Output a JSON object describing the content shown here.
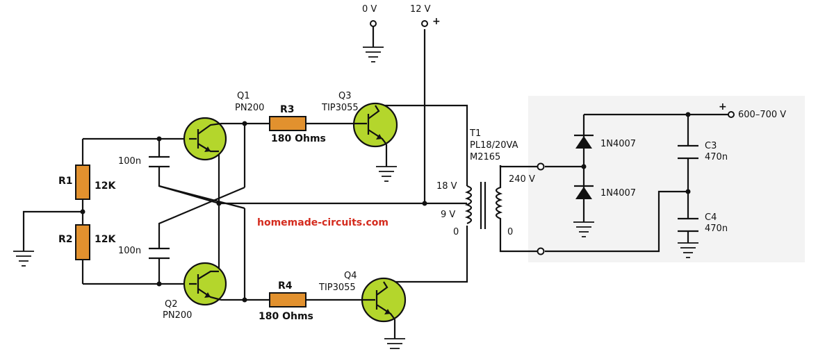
{
  "labels": {
    "zero_v": "0  V",
    "twelve_v": "12  V",
    "plus_top": "+",
    "q1": "Q1",
    "q1_part": "PN200",
    "q2": "Q2",
    "q2_part": "PN200",
    "q3": "Q3",
    "q3_part": "TIP3055",
    "q4": "Q4",
    "q4_part": "TIP3055",
    "r1": "R1",
    "r1_val": "12K",
    "r2": "R2",
    "r2_val": "12K",
    "r3": "R3",
    "r3_val": "180 Ohms",
    "r4": "R4",
    "r4_val": "180 Ohms",
    "c_top": "100n",
    "c_bot": "100n",
    "t1": "T1",
    "t1_part": "PL18/20VA",
    "t1_code": "M2165",
    "tap_18": "18  V",
    "tap_9": "9  V",
    "tap_0_pri": "0",
    "sec_240": "240  V",
    "sec_0": "0",
    "d1": "1N4007",
    "d2": "1N4007",
    "c3": "C3",
    "c3_val": "470n",
    "c4": "C4",
    "c4_val": "470n",
    "out_plus": "+",
    "out_v": "600–700  V",
    "watermark": "homemade-circuits.com"
  },
  "colors": {
    "resistor": "#e2912e",
    "transistor": "#b4d62c",
    "watermark": "#d42b1e",
    "wire": "#111111",
    "panel": "#f3f3f3"
  }
}
